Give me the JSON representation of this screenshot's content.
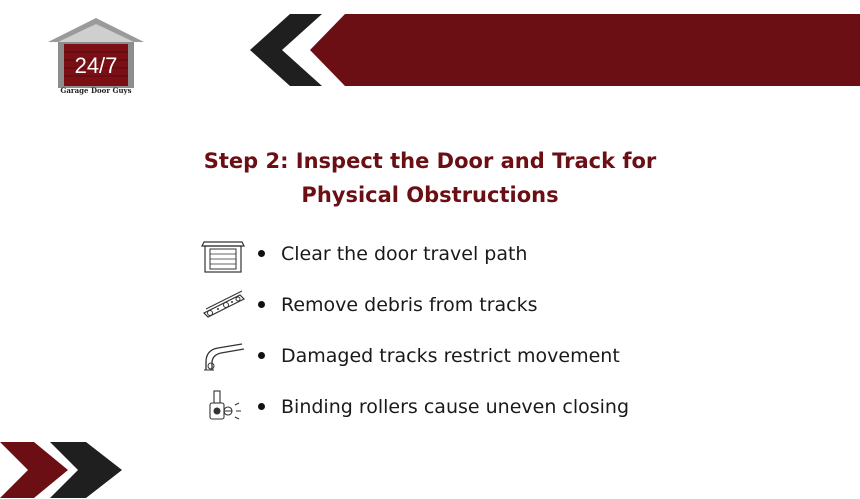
{
  "brand": {
    "logo_text": "24/7",
    "caption": "Garage Door Guys",
    "accent_color": "#6b0f14",
    "dark_color": "#1f1f1f"
  },
  "title": {
    "line1": "Step 2: Inspect the Door and Track for",
    "line2": "Physical Obstructions"
  },
  "bullets": [
    {
      "icon": "garage-door-icon",
      "text": "Clear the door travel path"
    },
    {
      "icon": "track-debris-icon",
      "text": "Remove debris from tracks"
    },
    {
      "icon": "curved-track-icon",
      "text": "Damaged tracks restrict movement"
    },
    {
      "icon": "roller-icon",
      "text": "Binding rollers cause uneven closing"
    }
  ]
}
